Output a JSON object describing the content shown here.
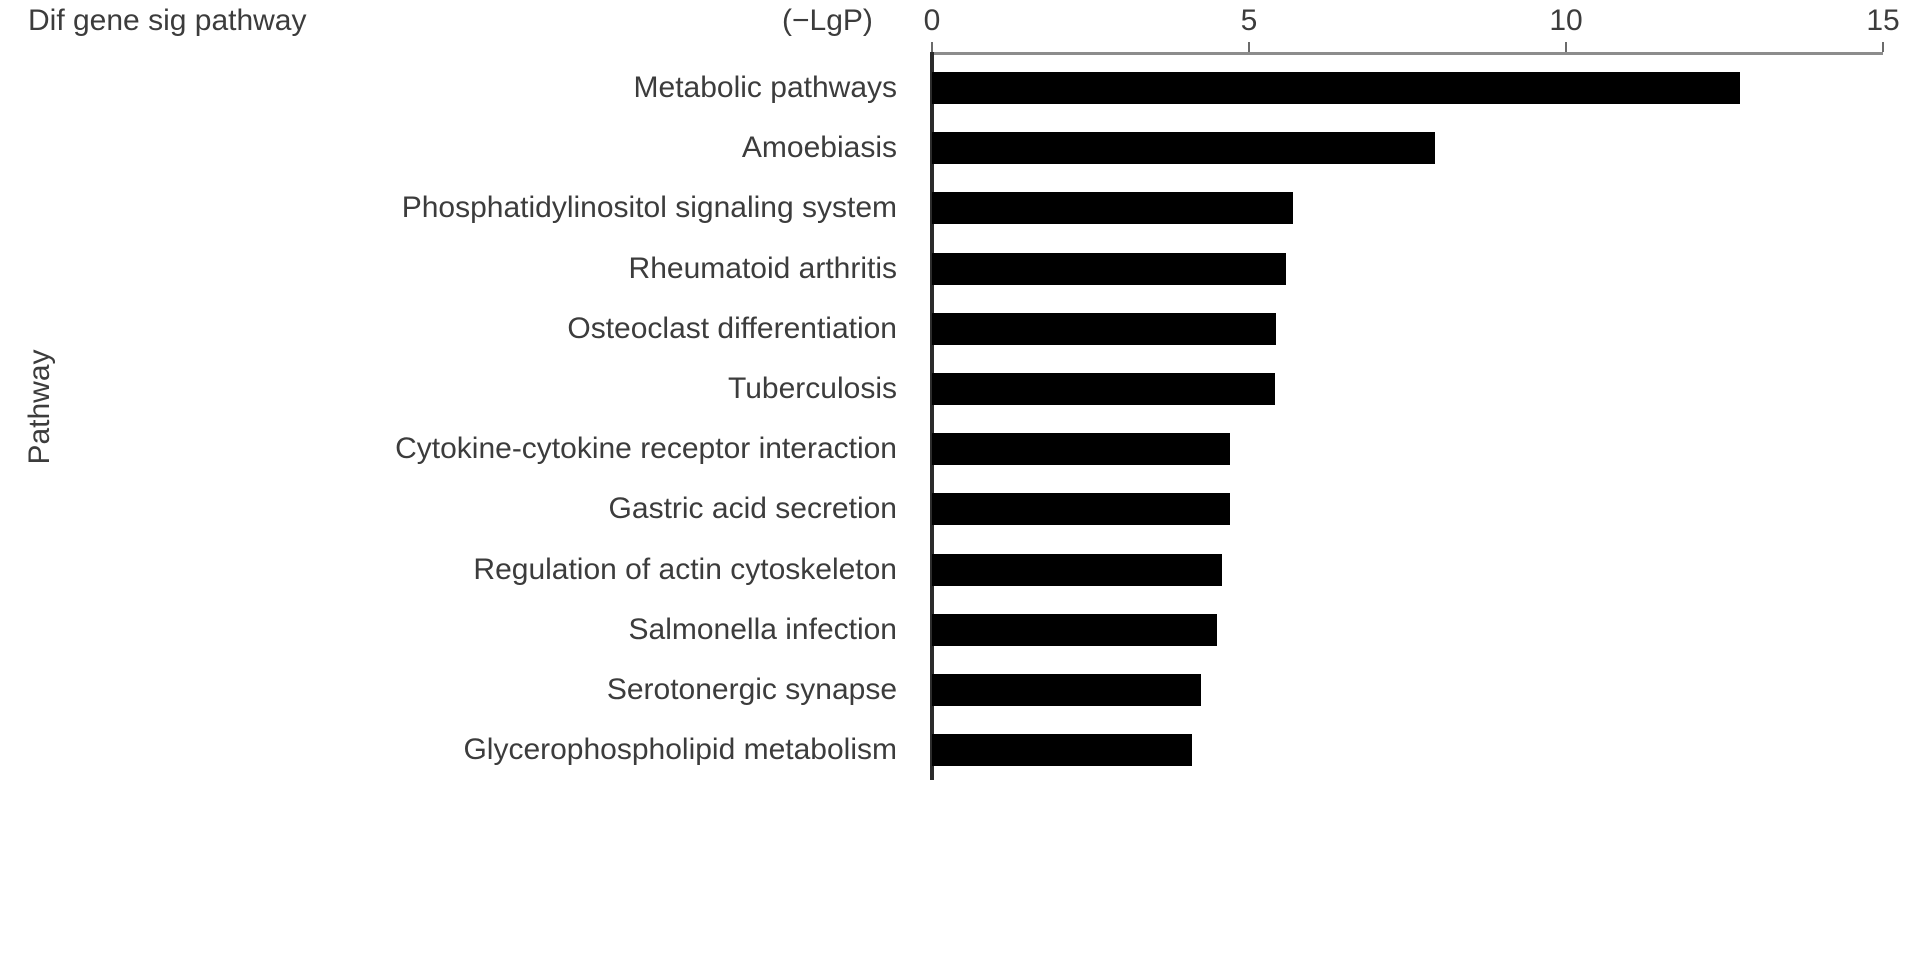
{
  "header": {
    "title": "Dif gene sig pathway",
    "unit": "(−LgP)"
  },
  "axes": {
    "y_title": "Pathway",
    "x_ticks": [
      "0",
      "5",
      "10",
      "15"
    ]
  },
  "chart_data": {
    "type": "bar",
    "orientation": "horizontal",
    "title": "Dif gene sig pathway",
    "xlabel": "(−LgP)",
    "ylabel": "Pathway",
    "xlim": [
      0,
      15
    ],
    "xticks": [
      0,
      5,
      10,
      15
    ],
    "grid": false,
    "legend": null,
    "bar_color": "#000000",
    "categories": [
      "Metabolic pathways",
      "Amoebiasis",
      "Phosphatidylinositol signaling system",
      "Rheumatoid arthritis",
      "Osteoclast differentiation",
      "Tuberculosis",
      "Cytokine-cytokine receptor interaction",
      "Gastric acid secretion",
      "Regulation of actin cytoskeleton",
      "Salmonella infection",
      "Serotonergic synapse",
      "Glycerophospholipid metabolism"
    ],
    "values": [
      12.75,
      7.93,
      5.7,
      5.58,
      5.43,
      5.41,
      4.7,
      4.7,
      4.58,
      4.5,
      4.25,
      4.1
    ]
  }
}
